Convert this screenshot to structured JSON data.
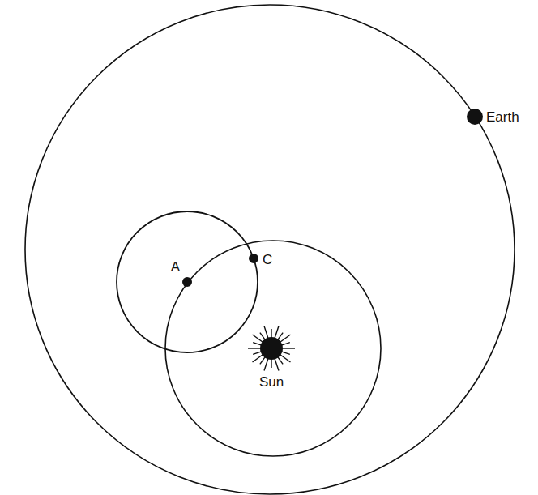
{
  "diagram": {
    "labels": [
      "Earth",
      "A",
      "C",
      "Sun"
    ]
  }
}
